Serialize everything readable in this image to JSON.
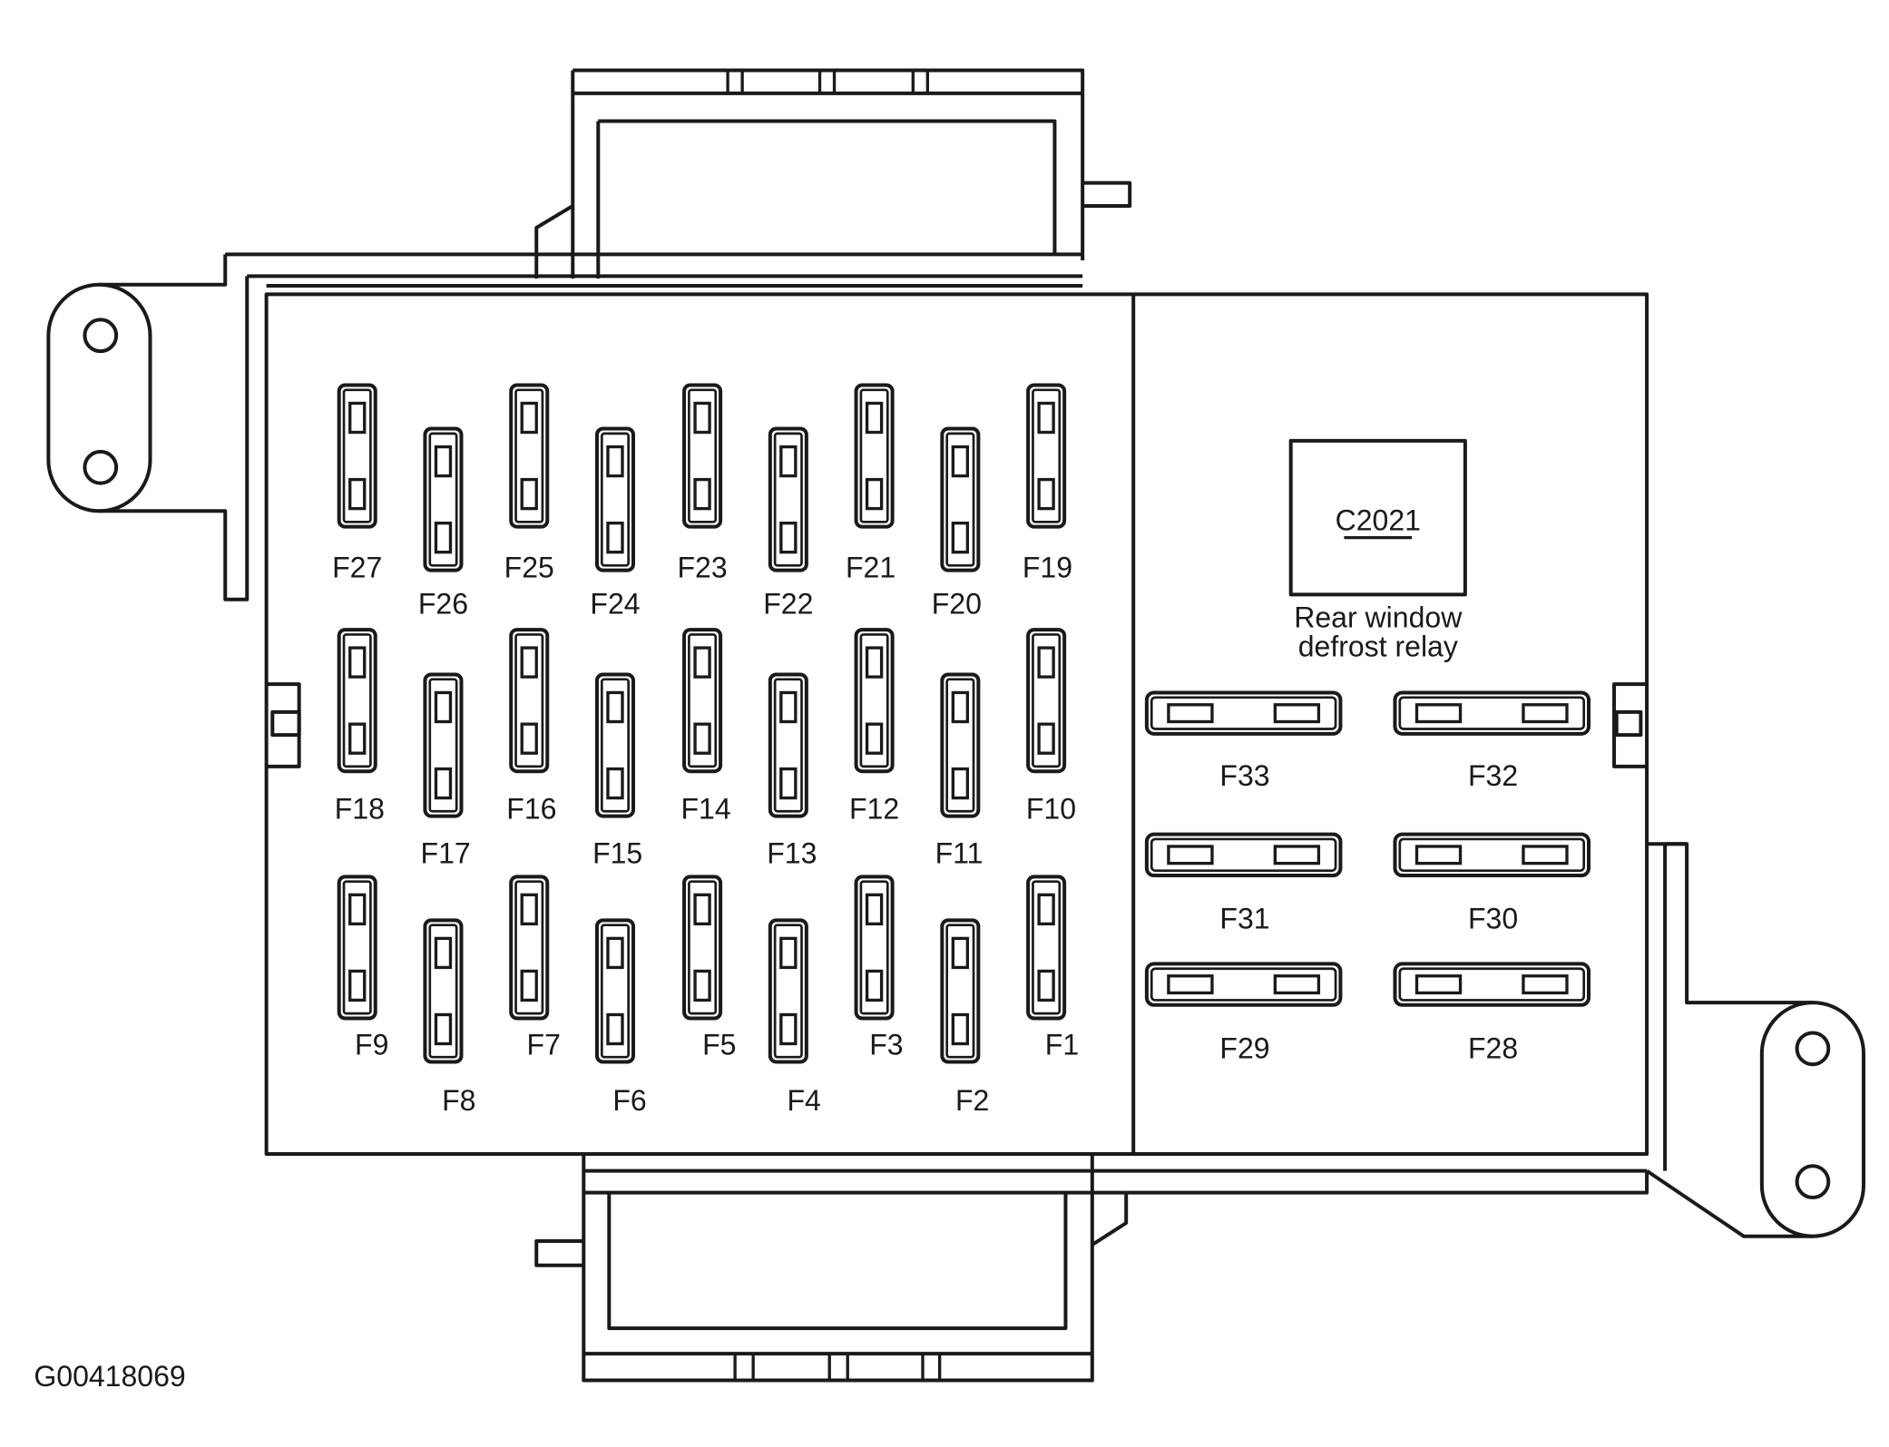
{
  "diagram": {
    "ref_code": "G00418069",
    "relay": {
      "code": "C2021",
      "label_line1": "Rear window",
      "label_line2": "defrost relay"
    },
    "fuses": [
      "F1",
      "F2",
      "F3",
      "F4",
      "F5",
      "F6",
      "F7",
      "F8",
      "F9",
      "F10",
      "F11",
      "F12",
      "F13",
      "F14",
      "F15",
      "F16",
      "F17",
      "F18",
      "F19",
      "F20",
      "F21",
      "F22",
      "F23",
      "F24",
      "F25",
      "F26",
      "F27",
      "F28",
      "F29",
      "F30",
      "F31",
      "F32",
      "F33"
    ]
  }
}
